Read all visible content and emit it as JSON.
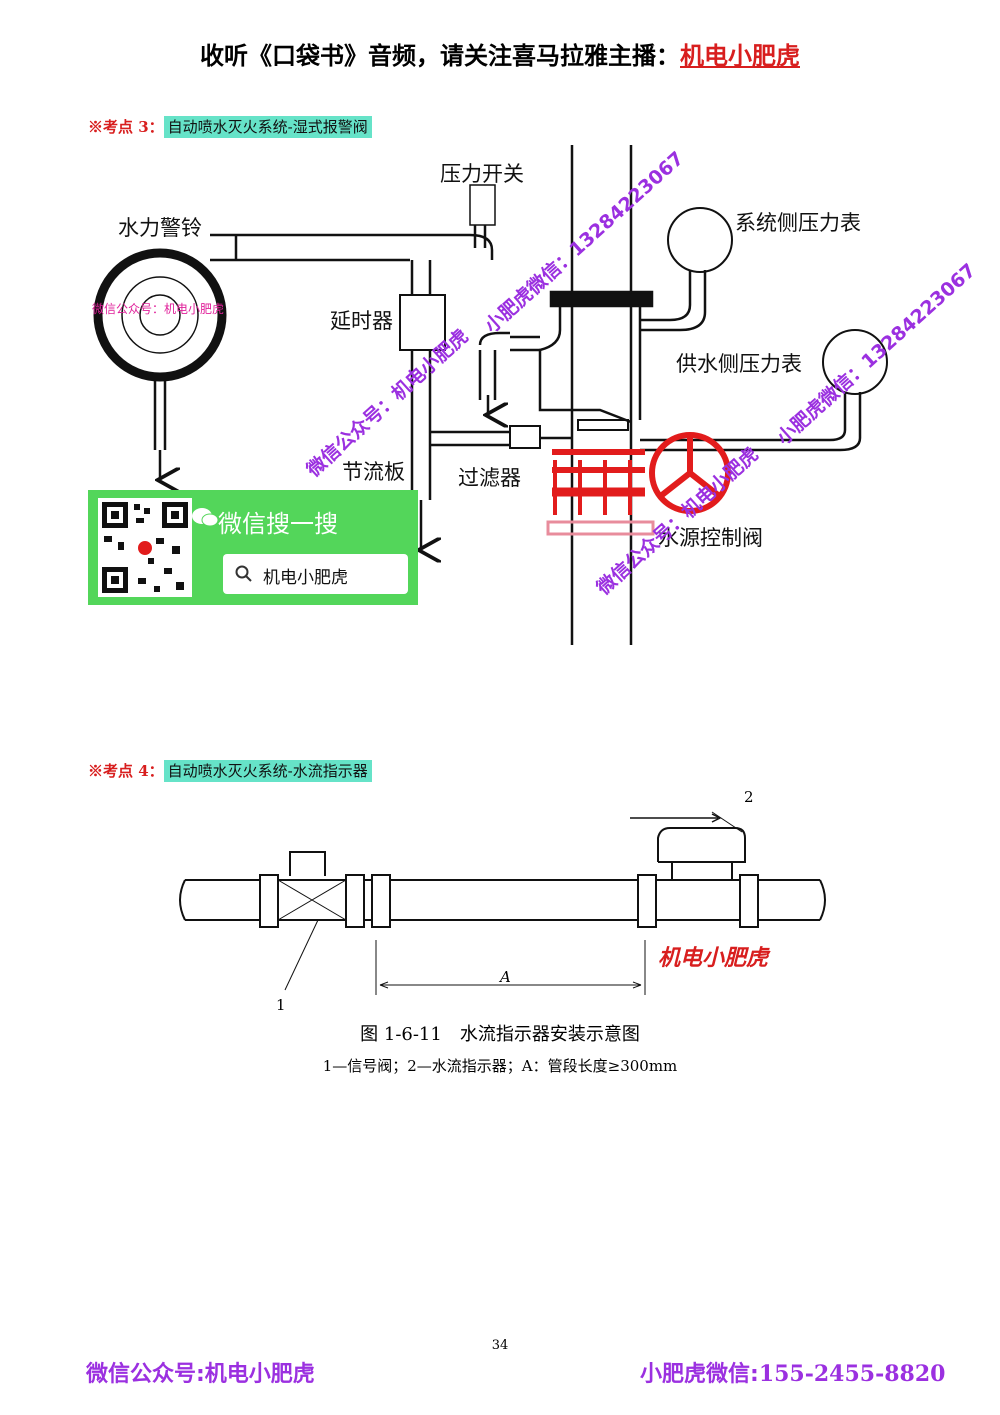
{
  "header": {
    "prefix": "收听《口袋书》音频，请关注喜马拉雅主播：",
    "accent": "机电小肥虎"
  },
  "kaodian3": {
    "label": "※考点 3：",
    "title": "自动喷水灭火系统-湿式报警阀"
  },
  "diagram1": {
    "labels": {
      "pressure_switch": "压力开关",
      "water_bell": "水力警铃",
      "system_gauge": "系统侧压力表",
      "delay_device": "延时器",
      "supply_gauge": "供水侧压力表",
      "orifice_plate": "节流板",
      "filter": "过滤器",
      "control_valve": "水源控制阀"
    },
    "watermarks": {
      "wechat_account": "微信公众号：机电小肥虎",
      "wechat_id": "小肥虎微信：13284223067",
      "phone": "13284223067",
      "small": "微信公众号：机电小肥虎"
    },
    "qr_card": {
      "search_title": "微信搜一搜",
      "search_value": "机电小肥虎"
    }
  },
  "kaodian4": {
    "label": "※考点 4：",
    "title": "自动喷水灭火系统-水流指示器"
  },
  "diagram2": {
    "marker1": "1",
    "marker2": "2",
    "dim_label": "A",
    "watermark": "机电小肥虎",
    "caption": "图 1-6-11　水流指示器安装示意图",
    "legend": "1—信号阀；2—水流指示器；A：管段长度≥300mm"
  },
  "page_number": "34",
  "footer": {
    "left": "微信公众号:机电小肥虎",
    "right_label": "小肥虎微信:",
    "right_number": "155-2455-8820"
  }
}
